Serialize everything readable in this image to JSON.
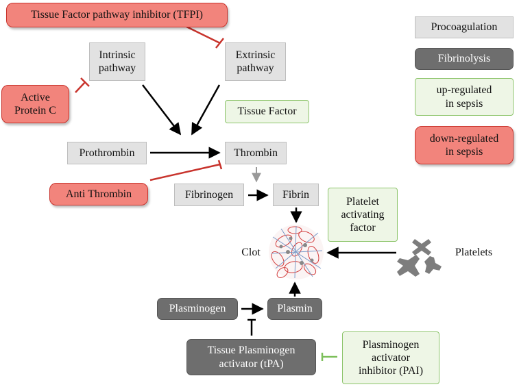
{
  "nodes": {
    "tfpi": "Tissue Factor pathway inhibitor (TFPI)",
    "intrinsic": "Intrinsic\npathway",
    "extrinsic": "Extrinsic\npathway",
    "active_protein_c": "Active\nProtein C",
    "tissue_factor": "Tissue Factor",
    "prothrombin": "Prothrombin",
    "thrombin": "Thrombin",
    "anti_thrombin": "Anti Thrombin",
    "fibrinogen": "Fibrinogen",
    "fibrin": "Fibrin",
    "platelet_activating_factor": "Platelet\nactivating\nfactor",
    "clot": "Clot",
    "platelets": "Platelets",
    "plasminogen": "Plasminogen",
    "plasmin": "Plasmin",
    "tpa": "Tissue Plasminogen\nactivator (tPA)",
    "pai": "Plasminogen\nactivator\ninhibitor (PAI)"
  },
  "legend": {
    "procoagulation": "Procoagulation",
    "fibrinolysis": "Fibrinolysis",
    "up_regulated": "up-regulated\nin sepsis",
    "down_regulated": "down-regulated\nin sepsis"
  },
  "colors": {
    "procoagulation": "#e2e2e2",
    "fibrinolysis": "#6e6e6e",
    "up_regulated": "#eef6e6",
    "down_regulated": "#f2847c",
    "inhibition_red": "#c8332c",
    "inhibition_green": "#7cbf5a"
  }
}
